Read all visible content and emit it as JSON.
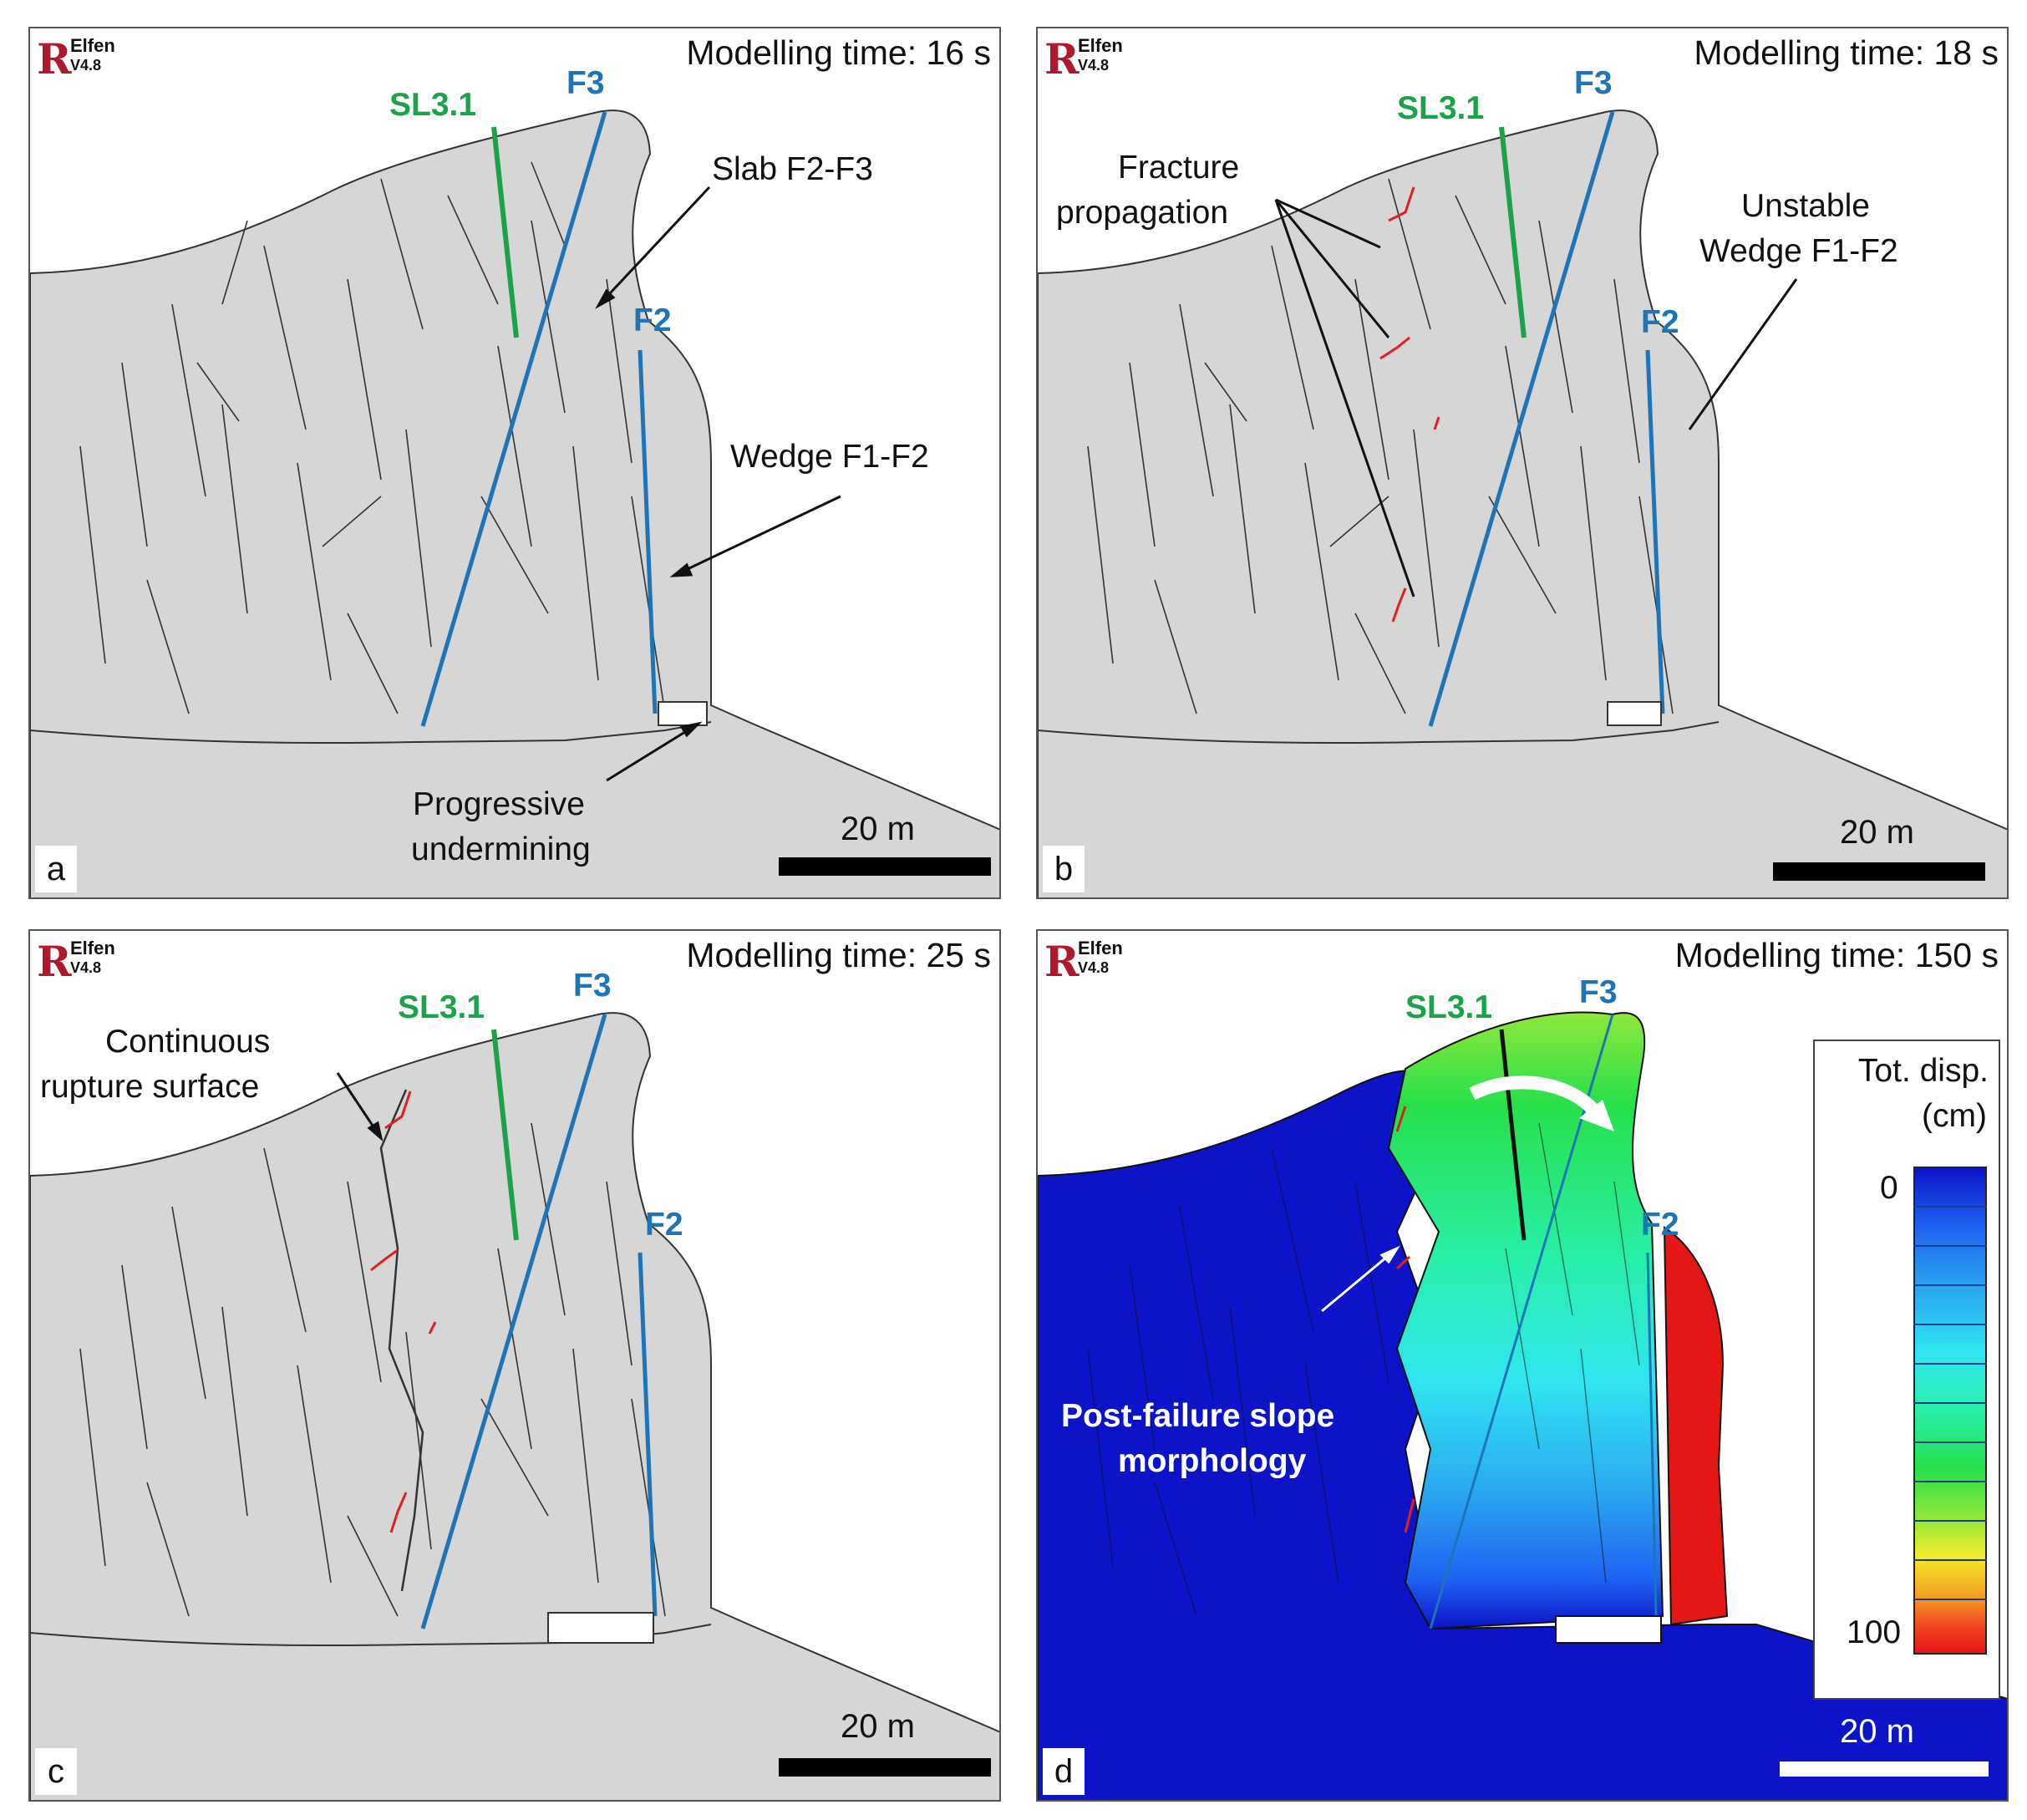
{
  "logo": {
    "name": "Elfen",
    "version": "V4.8"
  },
  "panels": [
    {
      "letter": "a",
      "title": "Modelling time: 16 s",
      "labels": {
        "sl": "SL3.1",
        "f3": "F3",
        "f2": "F2"
      },
      "annotations": [
        "Slab F2-F3",
        "Wedge F1-F2",
        "Progressive",
        "undermining"
      ],
      "scale": "20 m"
    },
    {
      "letter": "b",
      "title": "Modelling time: 18 s",
      "labels": {
        "sl": "SL3.1",
        "f3": "F3",
        "f2": "F2"
      },
      "annotations": [
        "Fracture",
        "propagation",
        "Unstable",
        "Wedge F1-F2"
      ],
      "scale": "20 m"
    },
    {
      "letter": "c",
      "title": "Modelling time: 25 s",
      "labels": {
        "sl": "SL3.1",
        "f3": "F3",
        "f2": "F2"
      },
      "annotations": [
        "Continuous",
        "rupture surface"
      ],
      "scale": "20 m"
    },
    {
      "letter": "d",
      "title": "Modelling time: 150 s",
      "labels": {
        "sl": "SL3.1",
        "f3": "F3",
        "f2": "F2"
      },
      "annotations": [
        "Post-failure slope",
        "morphology"
      ],
      "scale": "20 m",
      "legend": {
        "title_line1": "Tot. disp.",
        "title_line2": "(cm)",
        "min": "0",
        "max": "100"
      }
    }
  ],
  "colors": {
    "rock": "#d6d6d6",
    "sl_line": "#1aa34a",
    "fault_line": "#1d75b8",
    "fracture_red": "#e02020",
    "disp_min": "#0b14c9",
    "disp_max": "#e41616"
  }
}
